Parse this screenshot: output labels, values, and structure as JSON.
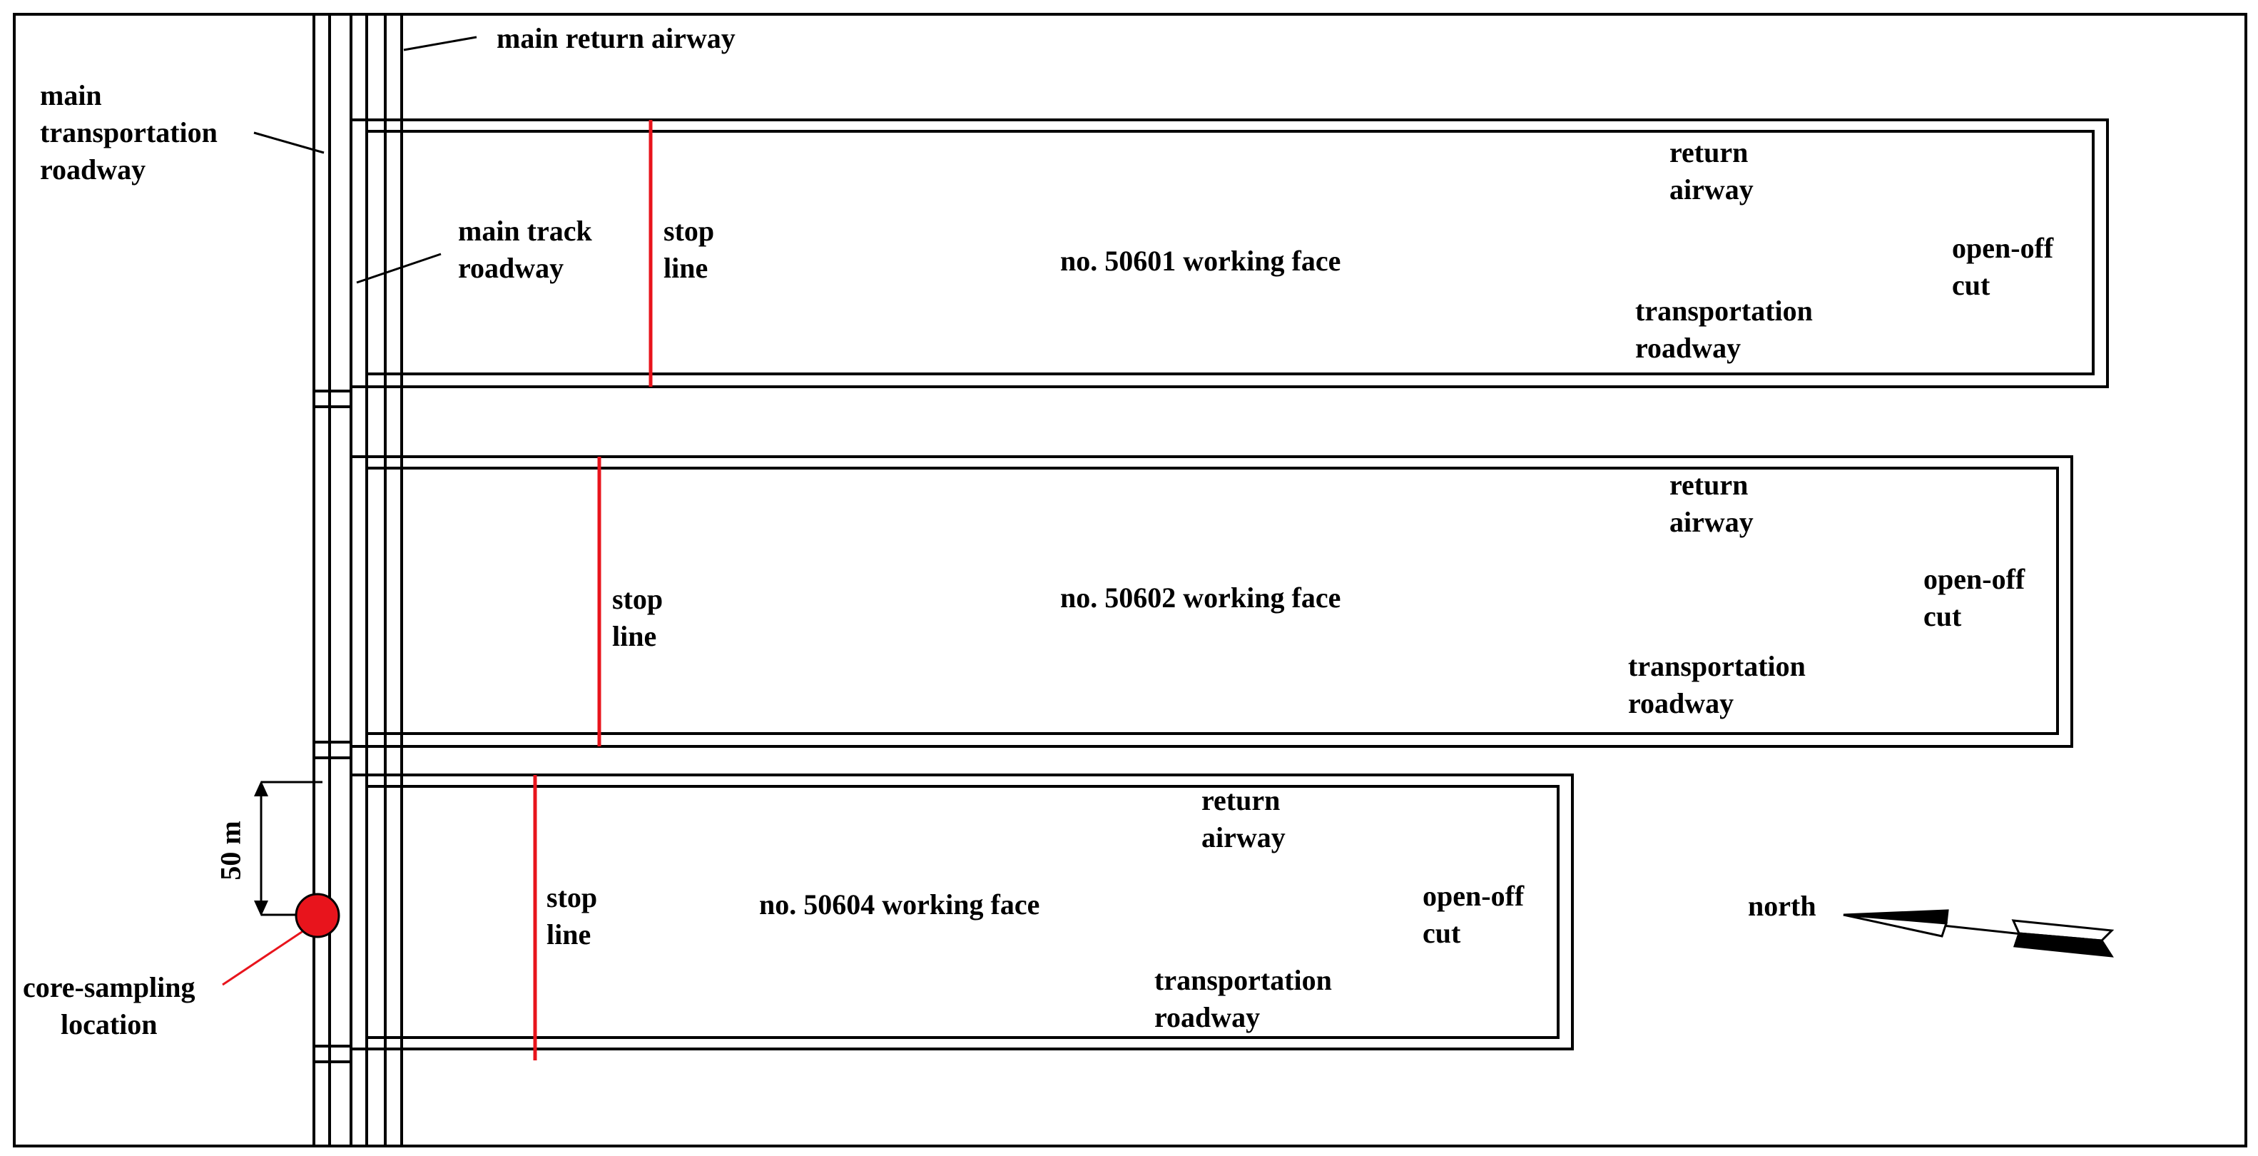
{
  "labels": {
    "main_return_airway": "main return airway",
    "main_transportation_roadway": [
      "main",
      "transportation",
      "roadway"
    ],
    "main_track_roadway": [
      "main track",
      "roadway"
    ],
    "scale": "50 m",
    "core_sampling": [
      "core-sampling",
      "location"
    ],
    "north": "north"
  },
  "faces": [
    {
      "name": "no. 50601 working face",
      "stop_line": [
        "stop",
        "line"
      ],
      "return_airway": [
        "return",
        "airway"
      ],
      "transportation_roadway": [
        "transportation",
        "roadway"
      ],
      "open_off_cut": [
        "open-off",
        "cut"
      ]
    },
    {
      "name": "no. 50602 working face",
      "stop_line": [
        "stop",
        "line"
      ],
      "return_airway": [
        "return",
        "airway"
      ],
      "transportation_roadway": [
        "transportation",
        "roadway"
      ],
      "open_off_cut": [
        "open-off",
        "cut"
      ]
    },
    {
      "name": "no. 50604 working face",
      "stop_line": [
        "stop",
        "line"
      ],
      "return_airway": [
        "return",
        "airway"
      ],
      "transportation_roadway": [
        "transportation",
        "roadway"
      ],
      "open_off_cut": [
        "open-off",
        "cut"
      ]
    }
  ],
  "colors": {
    "line": "#000000",
    "stop_line": "#e8141c",
    "core_point": "#e8141c",
    "core_leader": "#e8141c",
    "background": "#ffffff"
  }
}
